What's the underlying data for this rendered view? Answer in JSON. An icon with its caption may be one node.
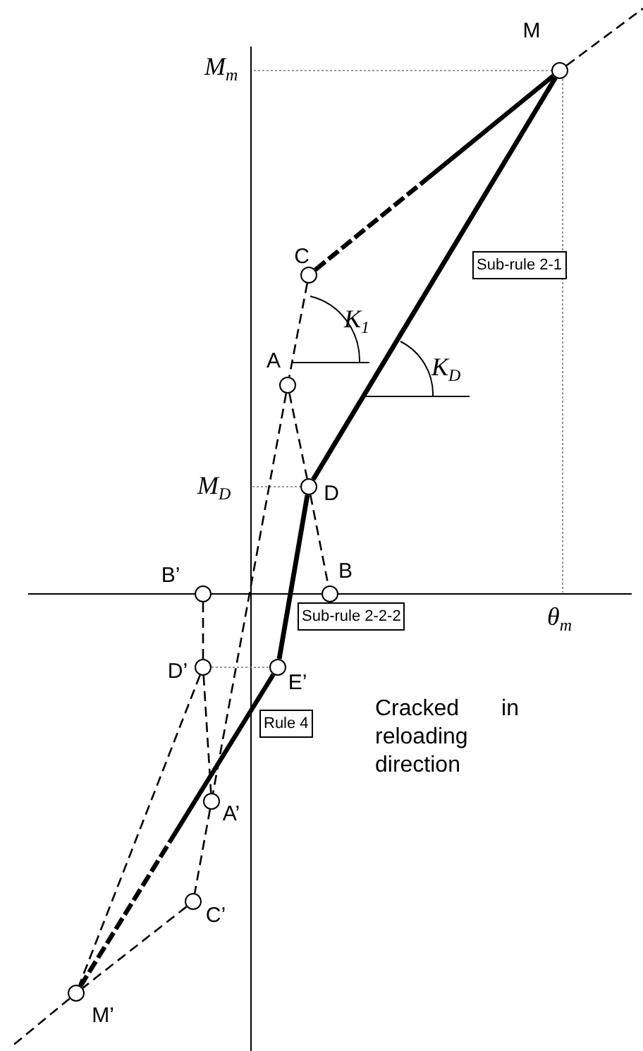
{
  "diagram": {
    "nodes": [
      {
        "text": [
          "M"
        ]
      },
      {
        "text": [
          "C"
        ]
      },
      {
        "text": [
          "A"
        ]
      },
      {
        "text": [
          "D"
        ]
      },
      {
        "text": [
          "B"
        ]
      },
      {
        "text": [
          "B’"
        ]
      },
      {
        "text": [
          "D’"
        ]
      },
      {
        "text": [
          "E’"
        ]
      },
      {
        "text": [
          "A’"
        ]
      },
      {
        "text": [
          "C’"
        ]
      },
      {
        "text": [
          "M’"
        ]
      },
      {
        "text": [
          "Sub-rule 2-1"
        ]
      },
      {
        "text": [
          "Sub-rule 2-2-2"
        ]
      },
      {
        "text": [
          "Rule 4"
        ]
      }
    ],
    "edges": [
      {
        "from": 0,
        "to": null,
        "arrow": "none",
        "style": "dashed"
      },
      {
        "from": 1,
        "to": 0,
        "arrow": "none",
        "style": "dashed"
      },
      {
        "from": 3,
        "to": 0,
        "arrow": "none",
        "style": "thick"
      },
      {
        "from": 1,
        "to": 2,
        "arrow": "none",
        "style": "dashed"
      },
      {
        "from": 2,
        "to": 3,
        "arrow": "none",
        "style": "dashed"
      },
      {
        "from": 3,
        "to": 4,
        "arrow": "none",
        "style": "dashed"
      },
      {
        "from": 2,
        "to": 8,
        "arrow": "none",
        "style": "dashed"
      },
      {
        "from": 3,
        "to": 7,
        "arrow": "none",
        "style": "thick"
      },
      {
        "from": 5,
        "to": 6,
        "arrow": "none",
        "style": "dashed"
      },
      {
        "from": 6,
        "to": 8,
        "arrow": "none",
        "style": "dashed"
      },
      {
        "from": 6,
        "to": 10,
        "arrow": "none",
        "style": "dashed"
      },
      {
        "from": 8,
        "to": 9,
        "arrow": "none",
        "style": "dashed"
      },
      {
        "from": 9,
        "to": 10,
        "arrow": "none",
        "style": "dashed"
      },
      {
        "from": 7,
        "to": 10,
        "arrow": "none",
        "style": "dashed"
      },
      {
        "from": 10,
        "to": null,
        "arrow": "none",
        "style": "dashed"
      },
      {
        "from": 6,
        "to": 7,
        "arrow": "none",
        "style": "dashed",
        "color": "#777777"
      }
    ],
    "labels": [
      "M$_{m}$",
      "K$_{1}$",
      "K$_{D}$",
      "M$_{D}$",
      "θ$_{m}$",
      "Cracked in reloading direction"
    ]
  }
}
